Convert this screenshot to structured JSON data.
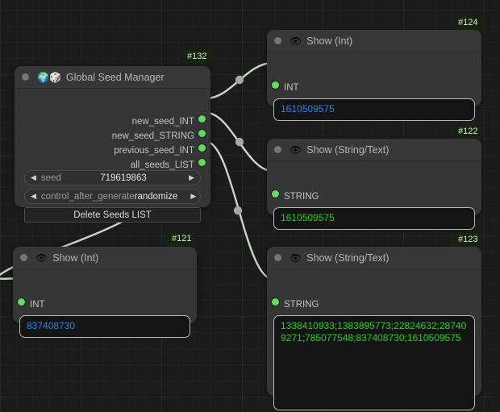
{
  "canvas": {
    "background_color": "#1b1b1b",
    "grid": true
  },
  "palette": {
    "node_bg": "#353535",
    "title_bg": "#373737",
    "slot_green": "#5ce05c",
    "wire": "#c8d6c4",
    "badge_bg": "#16240f",
    "int_value_color": "#1f87f0",
    "string_value_color": "#15da15"
  },
  "nodes": [
    {
      "id": "#132",
      "title": "Global Seed Manager",
      "icons": [
        "globe-icon",
        "dice-icon"
      ],
      "outputs": [
        {
          "label": "new_seed_INT"
        },
        {
          "label": "new_seed_STRING"
        },
        {
          "label": "previous_seed_INT"
        },
        {
          "label": "all_seeds_LIST"
        }
      ],
      "widgets": [
        {
          "type": "number",
          "label": "seed",
          "value": "719619863"
        },
        {
          "type": "combo",
          "label": "control_after_generate",
          "value": "randomize"
        }
      ],
      "button": {
        "label": "Delete Seeds LIST"
      }
    },
    {
      "id": "#124",
      "title": "Show (Int)",
      "icons": [
        "eye-icon"
      ],
      "inputs": [
        {
          "label": "INT"
        }
      ],
      "value": "1610509575",
      "value_type": "int"
    },
    {
      "id": "#122",
      "title": "Show (String/Text)",
      "icons": [
        "eye-icon"
      ],
      "inputs": [
        {
          "label": "STRING"
        }
      ],
      "value": "1610509575",
      "value_type": "string"
    },
    {
      "id": "#123",
      "title": "Show (String/Text)",
      "icons": [
        "eye-icon"
      ],
      "inputs": [
        {
          "label": "STRING"
        }
      ],
      "value": "1338410933;1383895773;22824632;287409271;785077548;837408730;1610509575",
      "value_type": "string"
    },
    {
      "id": "#121",
      "title": "Show (Int)",
      "icons": [
        "eye-icon"
      ],
      "inputs": [
        {
          "label": "INT"
        }
      ],
      "value": "837408730",
      "value_type": "int"
    }
  ],
  "icons": {
    "globe": "🌍",
    "dice": "🎲",
    "eye": "👁",
    "arrow_left": "◀",
    "arrow_right": "▶"
  }
}
